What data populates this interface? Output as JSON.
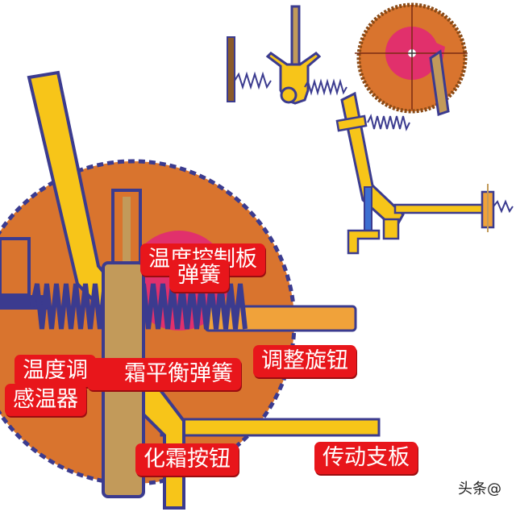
{
  "labels": {
    "thermostat_plate": "温度控制板",
    "spring": "弹簧",
    "adjust_knob": "调整旋钮",
    "temp_adjust": "温度调",
    "frost_balance_spring": "霜平衡弹簧",
    "sensor": "感温器",
    "defrost_button": "化霜按钮",
    "drive_plate": "传动支板"
  },
  "watermark": "头条@",
  "colors": {
    "disc": "#d9742e",
    "disc_edge": "#3b3b8f",
    "pink": "#e1306c",
    "yellow": "#f7c519",
    "tan": "#c29a5a",
    "orange_bar": "#f0a23a",
    "blue": "#3d6fd1",
    "label_bg": "#e8161b"
  }
}
